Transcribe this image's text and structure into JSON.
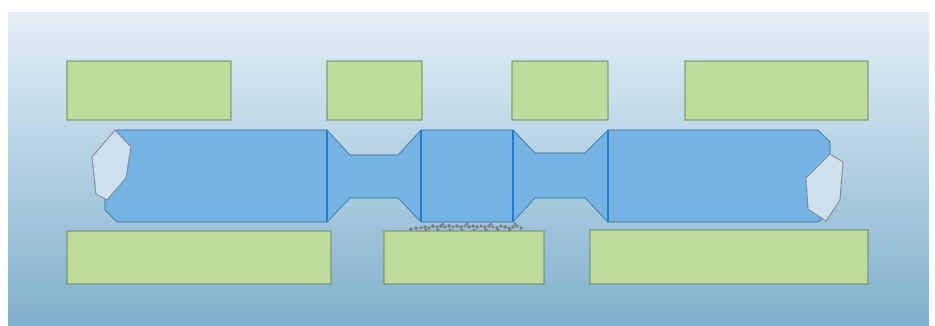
{
  "diagram": {
    "colors": {
      "background_top": "#e4eef6",
      "background_bottom": "#7fb0cc",
      "label_box_fill": "#bedb9c",
      "label_box_stroke": "#6e8a5a",
      "body_fill": "#74b3e2",
      "body_stroke": "#4a7fa8",
      "divider": "#1f7fcf",
      "end_cap_fill": "#cfe0ec",
      "end_cap_stroke": "#7a8c98",
      "particles": "#7a7f82"
    },
    "label_boxes": [
      {
        "id": "top-1",
        "text": ""
      },
      {
        "id": "top-2",
        "text": ""
      },
      {
        "id": "top-3",
        "text": ""
      },
      {
        "id": "top-4",
        "text": ""
      },
      {
        "id": "bottom-1",
        "text": ""
      },
      {
        "id": "bottom-2",
        "text": ""
      },
      {
        "id": "bottom-3",
        "text": ""
      }
    ]
  }
}
